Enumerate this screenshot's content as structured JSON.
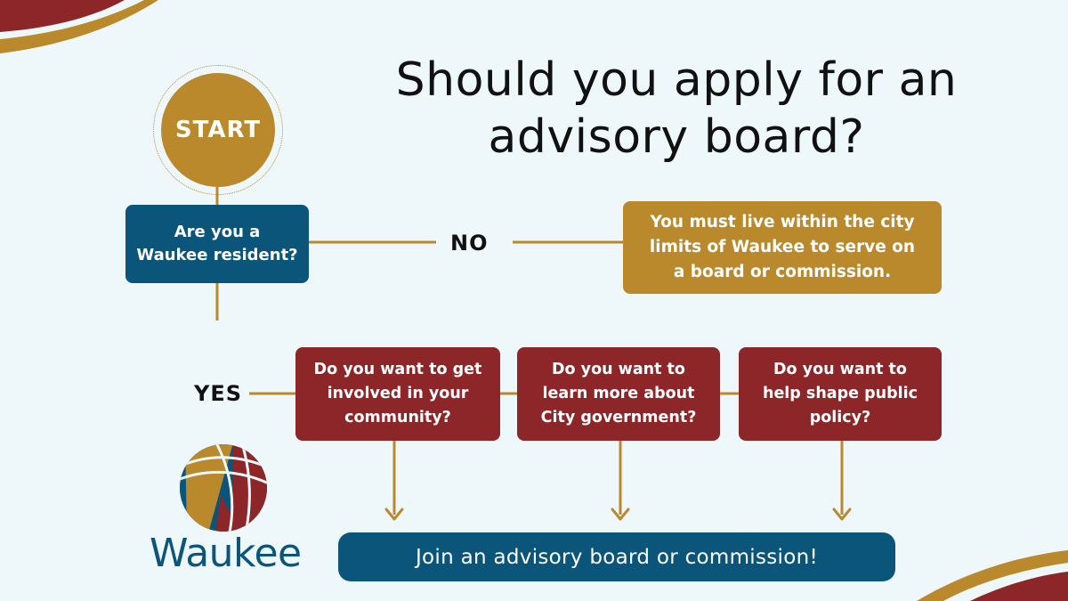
{
  "title_line1": "Should you apply for an",
  "title_line2": "advisory board?",
  "start": {
    "label": "START"
  },
  "q_resident": {
    "line1": "Are you a",
    "line2": "Waukee resident?"
  },
  "edge_no": "NO",
  "edge_yes": "YES",
  "must_live": {
    "line1": "You must live within the city",
    "line2": "limits of Waukee to serve on",
    "line3": "a board or commission."
  },
  "q_involved": {
    "line1": "Do you want to get",
    "line2": "involved in your",
    "line3": "community?"
  },
  "q_learn": {
    "line1": "Do you want to",
    "line2": "learn more about",
    "line3": "City government?"
  },
  "q_policy": {
    "line1": "Do you want to",
    "line2": "help shape public",
    "line3": "policy?"
  },
  "join": {
    "label": "Join an advisory board or commission!"
  },
  "logo": {
    "wordmark": "Waukee"
  },
  "colors": {
    "background": "#eef8fb",
    "blue": "#0b557a",
    "gold": "#b9892c",
    "red": "#8d2628",
    "connector": "#b9892c"
  }
}
